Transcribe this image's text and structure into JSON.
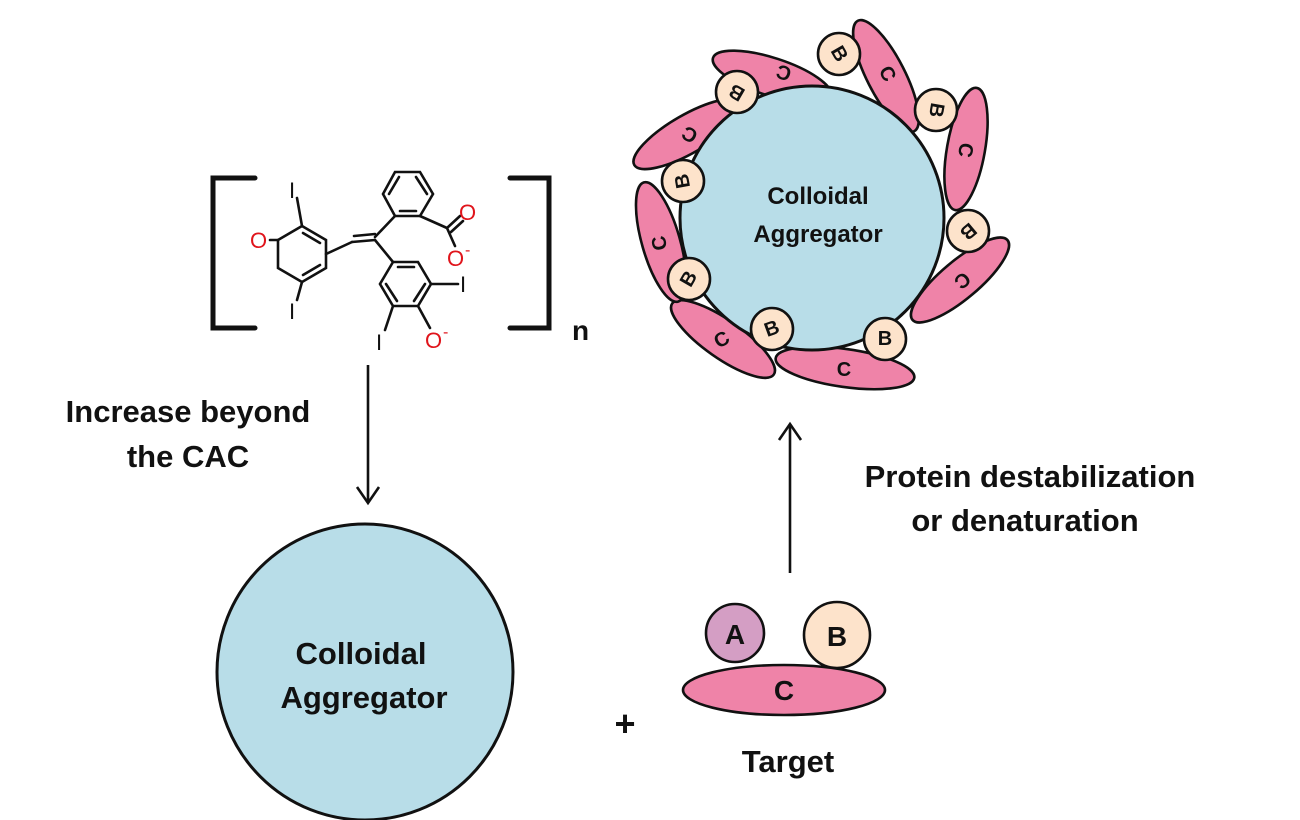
{
  "colors": {
    "aggregator_fill": "#b8dde8",
    "protein_c": "#ef83a8",
    "protein_b": "#fde3cb",
    "protein_a": "#d49ec4",
    "oxygen": "#e0141b",
    "ink": "#111111"
  },
  "molecule": {
    "atoms": {
      "iodine": "I",
      "oxygen": "O",
      "charge": "-"
    },
    "repeat_subscript": "n"
  },
  "labels": {
    "increase_line1": "Increase beyond",
    "increase_line2": "the CAC",
    "destab_line1": "Protein destabilization",
    "destab_line2": "or denaturation",
    "plus": "+",
    "target": "Target"
  },
  "aggregator_free": {
    "line1": "Colloidal",
    "line2": "Aggregator"
  },
  "aggregator_coated": {
    "line1": "Colloidal",
    "line2": "Aggregator"
  },
  "target_complex": {
    "a": "A",
    "b": "B",
    "c": "C"
  },
  "coating_letters": {
    "b": "B",
    "c": "C"
  }
}
